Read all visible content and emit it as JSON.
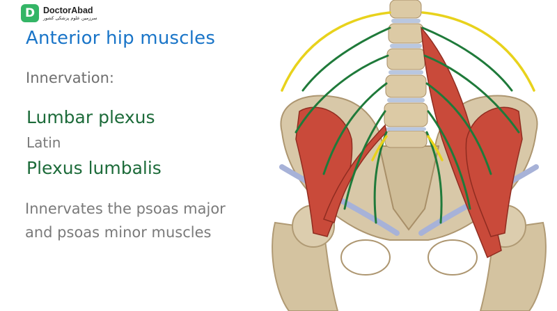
{
  "brand": {
    "logo_letter": "D",
    "name": "DoctorAbad",
    "tagline": "سرزمین علوم پزشکی کشور",
    "accent": "#34b566"
  },
  "title": "Anterior hip muscles",
  "section_label": "Innervation:",
  "term_english": "Lumbar plexus",
  "language_label": "Latin",
  "term_latin": "Plexus lumbalis",
  "description": "Innervates the psoas major and psoas minor muscles",
  "colors": {
    "title": "#1a75c8",
    "term": "#1d6b3a",
    "muted": "#7a7a7a",
    "nerve_green": "#1f7a3a",
    "nerve_yellow": "#e8d21c",
    "muscle": "#c94a3a",
    "bone": "#d8c8a8"
  }
}
